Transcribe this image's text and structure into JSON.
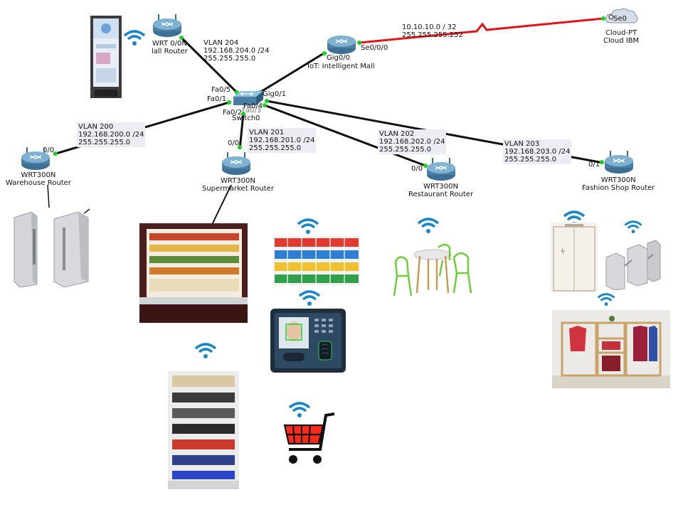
{
  "colors": {
    "link": "#111111",
    "serial_link": "#e0141b",
    "port_dot": "#18d11b",
    "router_body": "#4a7fa3",
    "wifi": "#1a86c8"
  },
  "nodes": {
    "mall_router": {
      "line1": "WRT",
      "line2": "lall Router",
      "port": "0/0N"
    },
    "iot_router": {
      "name": "IoT: Intelligent Mall",
      "port_gig": "Gig0/0",
      "port_serial": "Se0/0/0"
    },
    "cloud": {
      "port": "Se0",
      "line1": "Cloud-PT",
      "line2": "Cloud IBM"
    },
    "switch": {
      "name": "Switch0",
      "ports": {
        "fa05": "Fa0/5",
        "fa01": "Fa0/1",
        "fa02": "Fa0/2",
        "fa03": "Fa0/3",
        "fa04": "Fa0/4",
        "gig01": "Gig0/1"
      }
    },
    "warehouse_router": {
      "line1": "WRT300N",
      "line2": "Warehouse Router",
      "port": "0/0"
    },
    "supermarket_router": {
      "line1": "WRT300N",
      "line2": "Supermarket Router",
      "port": "0/0"
    },
    "restaurant_router": {
      "line1": "WRT300N",
      "line2": "Restaurant Router",
      "port": "0/0"
    },
    "fashion_router": {
      "line1": "WRT300N",
      "line2": "Fashion Shop Router",
      "port": "0/1"
    }
  },
  "links": {
    "vlan204": {
      "name": "VLAN 204",
      "net": "192.168.204.0 /24",
      "mask": "255.255.255.0"
    },
    "serial": {
      "net": "10.10.10.0 / 32",
      "mask": "255.255.255.252"
    },
    "vlan200": {
      "name": "VLAN 200",
      "net": "192.168.200.0 /24",
      "mask": "255.255.255.0"
    },
    "vlan201": {
      "name": "VLAN 201",
      "net": "192.168.201.0 /24",
      "mask": "255.255.255.0"
    },
    "vlan202": {
      "name": "VLAN 202",
      "net": "192.168.202.0 /24",
      "mask": "255.255.255.0"
    },
    "vlan203": {
      "name": "VLAN 203",
      "net": "192.168.203.0 /24",
      "mask": "255.255.255.0"
    }
  },
  "icons": {
    "router": "router-icon",
    "switch": "switch-icon",
    "cloud": "cloud-icon",
    "wifi": "wifi-icon",
    "kiosk": "digital-signage-kiosk-icon",
    "gate": "turnstile-gate-icon",
    "fridge": "refrigerated-display-case-icon",
    "shelf": "product-shelf-icon",
    "face": "face-recognition-terminal-icon",
    "cart": "shopping-cart-icon",
    "table": "cafe-table-chairs-icon",
    "door": "automatic-door-icon",
    "wardrobe": "clothing-rack-icon"
  }
}
